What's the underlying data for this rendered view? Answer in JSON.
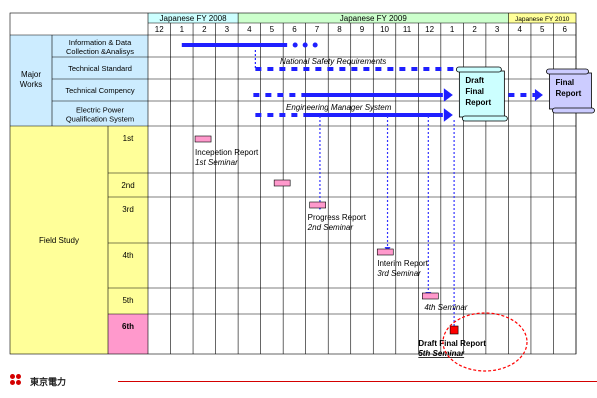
{
  "fiscal_years": [
    {
      "label": "Japanese FY 2008",
      "span": 4,
      "fill": "#ccffff"
    },
    {
      "label": "Japanese FY 2009",
      "span": 12,
      "fill": "#ccffcc"
    },
    {
      "label": "Japanese FY 2010",
      "span": 3,
      "fill": "#ffff99"
    }
  ],
  "months": [
    "12",
    "1",
    "2",
    "3",
    "4",
    "5",
    "6",
    "7",
    "8",
    "9",
    "10",
    "11",
    "12",
    "1",
    "2",
    "3",
    "4",
    "5",
    "6"
  ],
  "sections": {
    "major_works": "Major Works",
    "field_study": "Field Study"
  },
  "major_rows": [
    "Information & Data Collection &Analisys",
    "Technical Standard",
    "Technical Compency",
    "Electric Power Qualification System"
  ],
  "field_rows": [
    "1st",
    "2nd",
    "3rd",
    "4th",
    "5th",
    "6th"
  ],
  "annotations": {
    "national_safety": "National Safety Requirements",
    "engineering_manager": "Engineering Manager System"
  },
  "scrolls": {
    "draft": [
      "Draft",
      "Final",
      "Report"
    ],
    "final": [
      "Final",
      "Report"
    ]
  },
  "milestones": [
    {
      "row": 0,
      "lines": [
        "Incepetion Report",
        "1st Seminar"
      ]
    },
    {
      "row": 2,
      "lines": [
        "Progress Report",
        "2nd Seminar"
      ]
    },
    {
      "row": 3,
      "lines": [
        "Interim Report",
        "3rd Seminar"
      ]
    },
    {
      "row": 4,
      "lines": [
        "4th Seminar"
      ]
    },
    {
      "row": 5,
      "lines": [
        "Draft Final Report",
        "5th Seminar"
      ]
    }
  ],
  "footer": {
    "brand": "東京電力"
  },
  "colors": {
    "arrow": "#1f1fff",
    "dotted": "#3333ff",
    "major_fill": "#ccecff",
    "field_fill": "#ffff99",
    "sixth_fill": "#ff99cc",
    "milestone_fill": "#ff99cc",
    "final_fill": "#ff0000",
    "scroll_draft": "#ccffff",
    "scroll_final": "#ccccff",
    "ellipse": "#ff0000"
  }
}
